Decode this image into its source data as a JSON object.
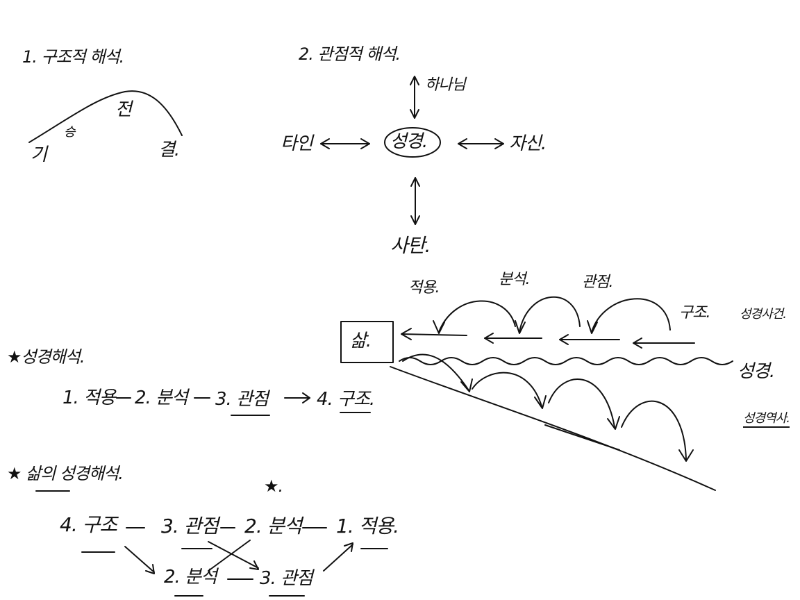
{
  "section1": {
    "title": "1. 구조적 해석.",
    "arc_labels": {
      "gi": "기",
      "seung": "승",
      "jeon": "전",
      "gyeol": "결."
    }
  },
  "section2": {
    "title": "2. 관점적 해석.",
    "center": "성경.",
    "top": "하나님",
    "left": "타인",
    "right": "자신.",
    "bottom": "사탄."
  },
  "flow": {
    "box": "삶.",
    "step_apply": "적용.",
    "step_analysis": "분석.",
    "step_view": "관점.",
    "step_structure": "구조.",
    "event_label": "성경사건.",
    "bible_label": "성경.",
    "history_label": "성경역사."
  },
  "order1": {
    "title": "★성경해석.",
    "step1": "1. 적용",
    "step2": "2. 분석",
    "step3": "3. 관점",
    "step4": "4. 구조."
  },
  "order2": {
    "title": "★ 삶의 성경해석.",
    "star": "★.",
    "top_4": "4. 구조",
    "top_3": "3. 관점",
    "top_2": "2. 분석",
    "top_1": "1. 적용.",
    "bottom_2": "2. 분석",
    "bottom_3": "3. 관점"
  }
}
